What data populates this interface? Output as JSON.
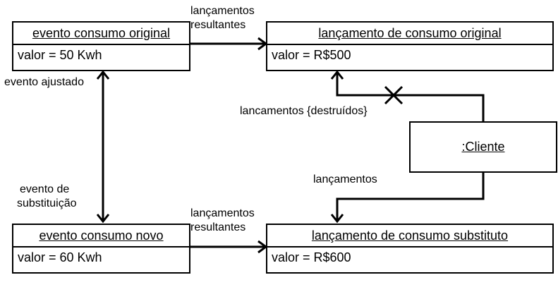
{
  "boxes": {
    "evento_original": {
      "title": "evento consumo original",
      "value": "valor = 50 Kwh"
    },
    "lancamento_original": {
      "title": "lançamento de consumo original",
      "value": "valor = R$500"
    },
    "evento_novo": {
      "title": "evento consumo novo",
      "value": "valor = 60 Kwh"
    },
    "lancamento_substituto": {
      "title": "lançamento de consumo substituto",
      "value": "valor = R$600"
    },
    "cliente": {
      "title": ":Cliente"
    }
  },
  "labels": {
    "lancamentos_resultantes_top": [
      "lançamentos",
      "resultantes"
    ],
    "lancamentos_resultantes_bottom": [
      "lançamentos",
      "resultantes"
    ],
    "evento_ajustado": "evento ajustado",
    "evento_substituicao": [
      "evento de",
      "substituição"
    ],
    "lancamentos_destruidos": "lancamentos {destruídos}",
    "lancamentos": "lançamentos"
  }
}
